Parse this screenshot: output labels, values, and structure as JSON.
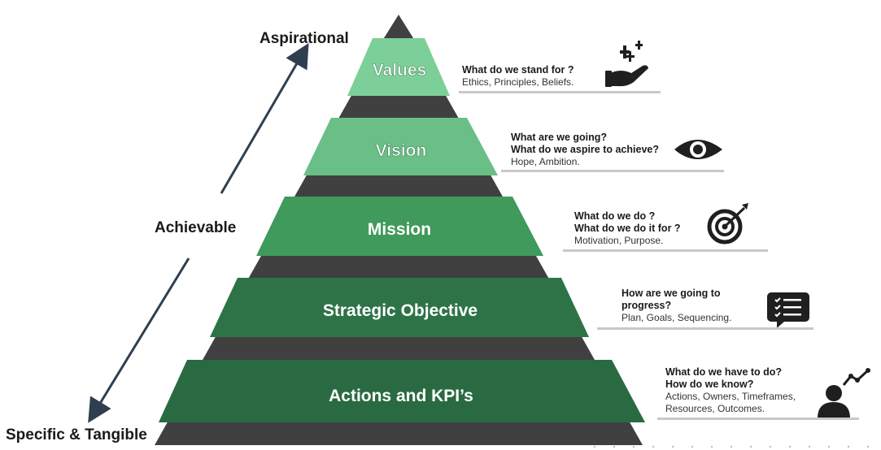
{
  "labels": {
    "top": "Aspirational",
    "middle": "Achievable",
    "bottom": "Specific & Tangible"
  },
  "levels": [
    {
      "title": "Values",
      "color": "#7ccf98",
      "questions": [
        "What do we stand for ?"
      ],
      "detail": [
        "Ethics, Principles, Beliefs."
      ],
      "icon": "hand-sparkle-icon"
    },
    {
      "title": "Vision",
      "color": "#69bf86",
      "questions": [
        "What are we going?",
        "What do we aspire to achieve?"
      ],
      "detail": [
        "Hope, Ambition."
      ],
      "icon": "eye-icon"
    },
    {
      "title": "Mission",
      "color": "#3f9a5c",
      "questions": [
        "What do we do ?",
        "What do we do it for ?"
      ],
      "detail": [
        "Motivation, Purpose."
      ],
      "icon": "target-icon"
    },
    {
      "title": "Strategic Objective",
      "color": "#2d7347",
      "questions": [
        "How are we going to",
        "progress?"
      ],
      "detail": [
        "Plan, Goals, Sequencing."
      ],
      "icon": "checklist-icon"
    },
    {
      "title": "Actions and KPI’s",
      "color": "#2a6a42",
      "questions": [
        "What do we have to do?",
        "How do we know?"
      ],
      "detail": [
        "Actions, Owners, Timeframes,",
        "Resources, Outcomes."
      ],
      "icon": "person-chart-icon"
    }
  ],
  "colors": {
    "dark_band": "#404040",
    "rule": "#c8c8c8",
    "arrow": "#2f3f4f"
  }
}
